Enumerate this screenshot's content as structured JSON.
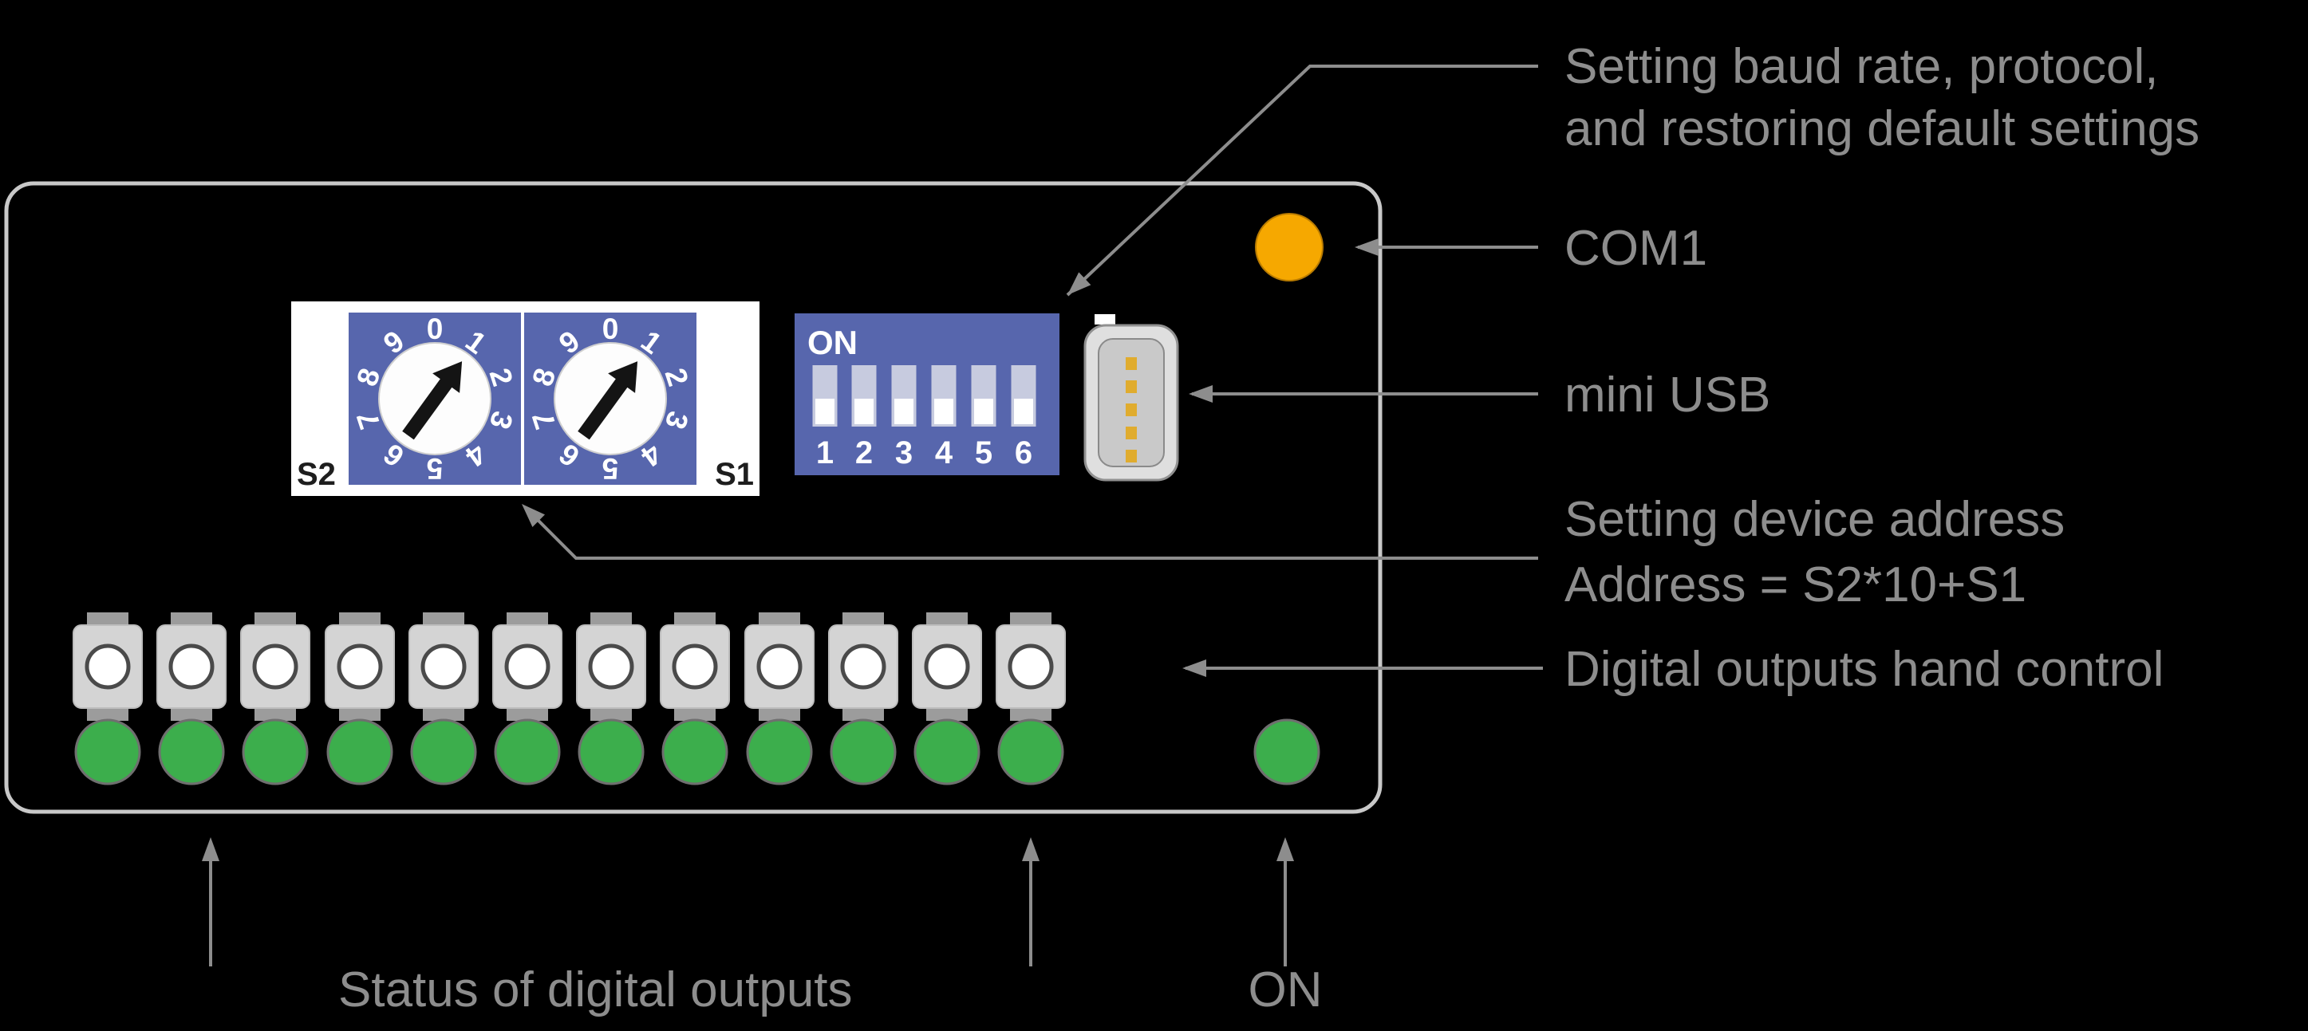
{
  "panel": {
    "rotary_switch": {
      "digits": [
        "0",
        "1",
        "2",
        "3",
        "4",
        "5",
        "6",
        "7",
        "8",
        "9"
      ],
      "s2_label": "S2",
      "s1_label": "S1"
    },
    "dip_switch": {
      "on_label": "ON",
      "positions": [
        "1",
        "2",
        "3",
        "4",
        "5",
        "6"
      ]
    }
  },
  "annotations": {
    "baud_label_line1": "Setting baud rate, protocol,",
    "baud_label_line2": "and restoring default settings",
    "com1_label": "COM1",
    "mini_usb_label": "mini USB",
    "address_label_line1": "Setting device address",
    "address_label_line2": "Address = S2*10+S1",
    "hand_control_label": "Digital outputs hand control",
    "status_label": "Status of digital outputs",
    "on_label": "ON"
  },
  "colors": {
    "switch_blue": "#5766ad",
    "led_green": "#3cae4c",
    "led_orange": "#f6a800",
    "label_gray": "#8d8d8d"
  }
}
